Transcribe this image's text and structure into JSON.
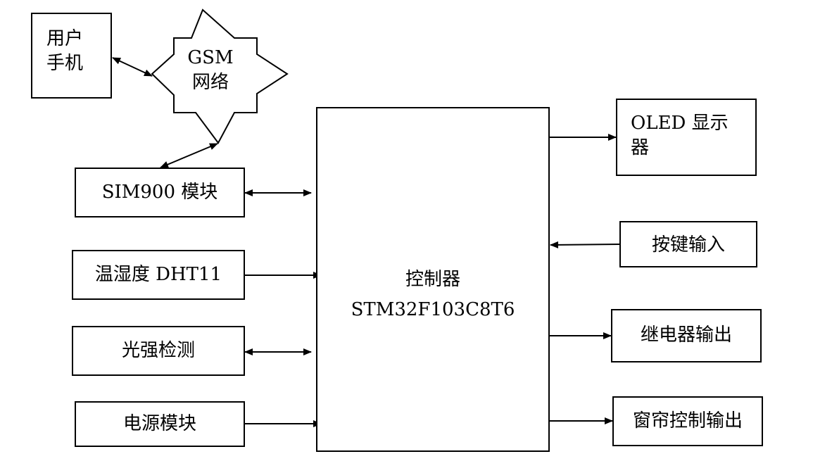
{
  "nodes": {
    "phone": "用户\n手机",
    "gsm": "GSM\n网络",
    "sim900": "SIM900 模块",
    "dht11": "温湿度 DHT11",
    "light": "光强检测",
    "power": "电源模块",
    "controller_line1": "控制器",
    "controller_line2": "STM32F103C8T6",
    "oled": "OLED 显示\n器",
    "keys": "按键输入",
    "relay": "继电器输出",
    "curtain": "窗帘控制输出"
  },
  "colors": {
    "stroke": "#000000",
    "background": "#ffffff"
  }
}
